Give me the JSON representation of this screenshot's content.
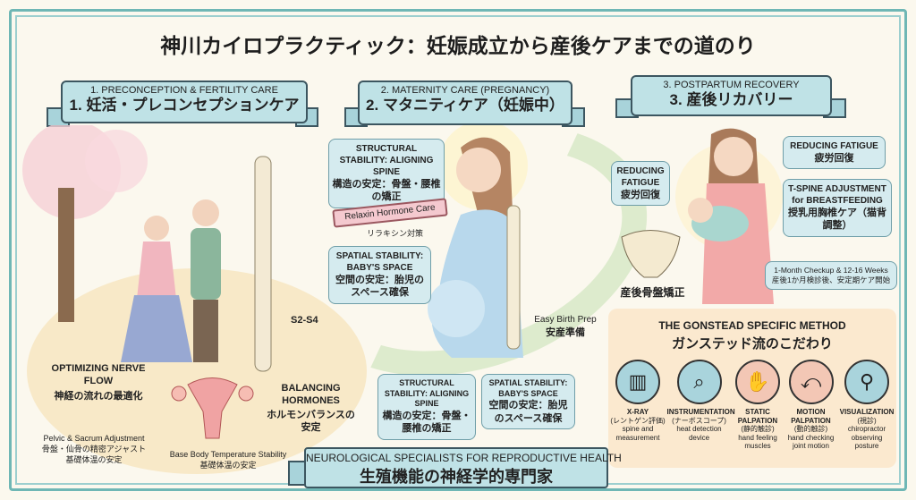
{
  "title": "神川カイロプラクティック：妊娠成立から産後ケアまでの道のり",
  "sections": [
    {
      "en": "1. PRECONCEPTION & FERTILITY CARE",
      "ja": "1. 妊活・プレコンセプションケア"
    },
    {
      "en": "2. MATERNITY CARE (PREGNANCY)",
      "ja": "2. マタニティケア（妊娠中）"
    },
    {
      "en": "3. POSTPARTUM RECOVERY",
      "ja": "3. 産後リカバリー"
    }
  ],
  "preconception": {
    "s2s4": "S2-S4",
    "nerve_en": "OPTIMIZING NERVE FLOW",
    "nerve_ja": "神経の流れの最適化",
    "hormones_en": "BALANCING HORMONES",
    "hormones_ja": "ホルモンバランスの安定",
    "pelvic_en": "Pelvic & Sacrum Adjustment",
    "pelvic_ja1": "骨盤・仙骨の精密アジャスト",
    "pelvic_ja2": "基礎体温の安定",
    "temp_en": "Base Body Temperature Stability",
    "temp_ja": "基礎体温の安定"
  },
  "maternity": {
    "structural_en": "STRUCTURAL STABILITY: ALIGNING SPINE",
    "structural_ja": "構造の安定：骨盤・腰椎の矯正",
    "relaxin_en": "Relaxin Hormone Care",
    "relaxin_ja": "リラキシン対策",
    "spatial_en": "SPATIAL STABILITY: BABY'S SPACE",
    "spatial_ja": "空間の安定：胎児のスペース確保",
    "birth_en": "Easy Birth Prep",
    "birth_ja": "安産準備"
  },
  "postpartum": {
    "fatigue_en": "REDUCING FATIGUE",
    "fatigue_ja": "疲労回復",
    "tspine_en": "T-SPINE ADJUSTMENT for BREASTFEEDING",
    "tspine_ja": "授乳用胸椎ケア（猫背調整）",
    "checkup_en": "1-Month Checkup & 12-16 Weeks",
    "checkup_ja": "産後1か月検診後、安定期ケア開始",
    "pelvis_ja": "産後骨盤矯正"
  },
  "gonstead": {
    "title_en": "THE GONSTEAD SPECIFIC METHOD",
    "title_ja": "ガンステッド流のこだわり",
    "items": [
      {
        "name": "X-RAY",
        "ja": "(レントゲン評価)",
        "desc": "spine and measurement"
      },
      {
        "name": "INSTRUMENTATION",
        "ja": "(ナーボスコープ)",
        "desc": "heat detection device"
      },
      {
        "name": "STATIC PALPATION",
        "ja": "(静的触診)",
        "desc": "hand feeling muscles"
      },
      {
        "name": "MOTION PALPATION",
        "ja": "(動的触診)",
        "desc": "hand checking joint motion"
      },
      {
        "name": "VISUALIZATION",
        "ja": "(視診)",
        "desc": "chiropractor observing posture"
      }
    ]
  },
  "banner": {
    "en": "NEUROLOGICAL SPECIALISTS FOR REPRODUCTIVE HEALTH",
    "ja": "生殖機能の神経学的専門家"
  }
}
